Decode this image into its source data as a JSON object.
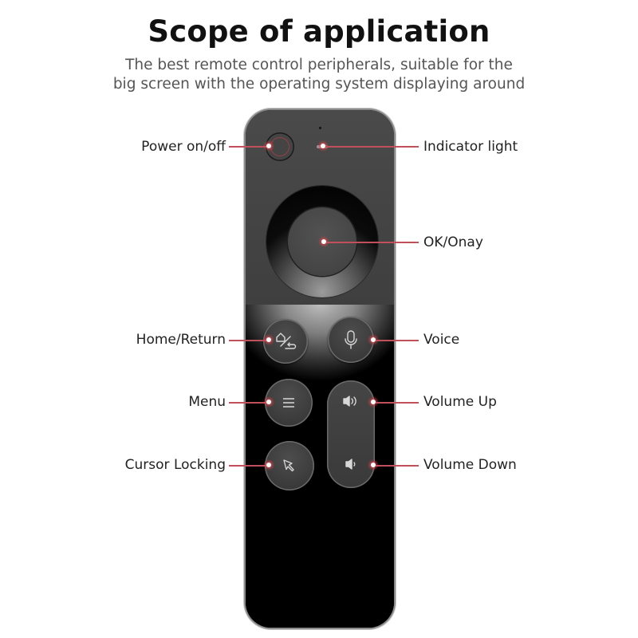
{
  "header": {
    "title": "Scope of application",
    "subtitle_line1": "The best remote control peripherals, suitable for the",
    "subtitle_line2": "big screen with the operating system displaying around"
  },
  "callouts": {
    "left": [
      {
        "label": "Power on/off",
        "target": "power-button"
      },
      {
        "label": "Home/Return",
        "target": "home-return-button"
      },
      {
        "label": "Menu",
        "target": "menu-button"
      },
      {
        "label": "Cursor Locking",
        "target": "cursor-lock-button"
      }
    ],
    "right": [
      {
        "label": "Indicator light",
        "target": "indicator-light"
      },
      {
        "label": "OK/Onay",
        "target": "ok-button"
      },
      {
        "label": "Voice",
        "target": "voice-button"
      },
      {
        "label": "Volume Up",
        "target": "volume-up-button"
      },
      {
        "label": "Volume Down",
        "target": "volume-down-button"
      }
    ]
  },
  "remote": {
    "buttons": [
      {
        "name": "power",
        "icon": "power-icon"
      },
      {
        "name": "ok",
        "icon": "none"
      },
      {
        "name": "home-return",
        "icon": "home-return-icon"
      },
      {
        "name": "voice",
        "icon": "microphone-icon"
      },
      {
        "name": "menu",
        "icon": "hamburger-menu-icon"
      },
      {
        "name": "volume-up",
        "icon": "speaker-loud-icon"
      },
      {
        "name": "volume-down",
        "icon": "speaker-quiet-icon"
      },
      {
        "name": "cursor-lock",
        "icon": "cursor-arrow-icon"
      }
    ]
  },
  "colors": {
    "callout_line": "#c0505a",
    "remote_body": "#000000",
    "remote_upper": "#444444",
    "button": "#3f3f3f"
  }
}
